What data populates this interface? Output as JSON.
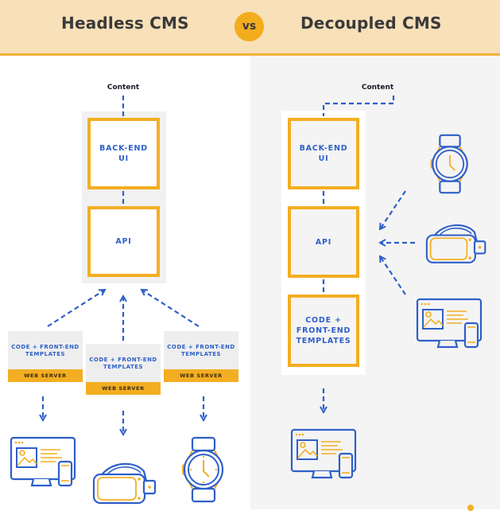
{
  "header": {
    "left_title": "Headless CMS",
    "vs_label": "vs",
    "right_title": "Decoupled CMS"
  },
  "headless": {
    "content_label": "Content",
    "backend_box": "BACK-END\nUI",
    "api_box": "API",
    "servers": [
      {
        "templates": "CODE + FRONT-END\nTEMPLATES",
        "server": "WEB SERVER",
        "device": "desktop-mobile-icon"
      },
      {
        "templates": "CODE + FRONT-END\nTEMPLATES",
        "server": "WEB SERVER",
        "device": "vr-headset-icon"
      },
      {
        "templates": "CODE + FRONT-END\nTEMPLATES",
        "server": "WEB SERVER",
        "device": "smartwatch-icon"
      }
    ]
  },
  "decoupled": {
    "content_label": "Content",
    "backend_box": "BACK-END\nUI",
    "api_box": "API",
    "templates_box": "CODE +\nFRONT-END\nTEMPLATES",
    "api_devices": [
      "smartwatch-icon",
      "vr-headset-icon",
      "desktop-mobile-icon"
    ],
    "template_device": "desktop-mobile-icon"
  },
  "colors": {
    "header_bg": "#f8e0b8",
    "accent_orange": "#f3ae22",
    "blue": "#2e5fc9",
    "dark_text": "#3a3a3a",
    "right_bg": "#f4f4f4"
  }
}
